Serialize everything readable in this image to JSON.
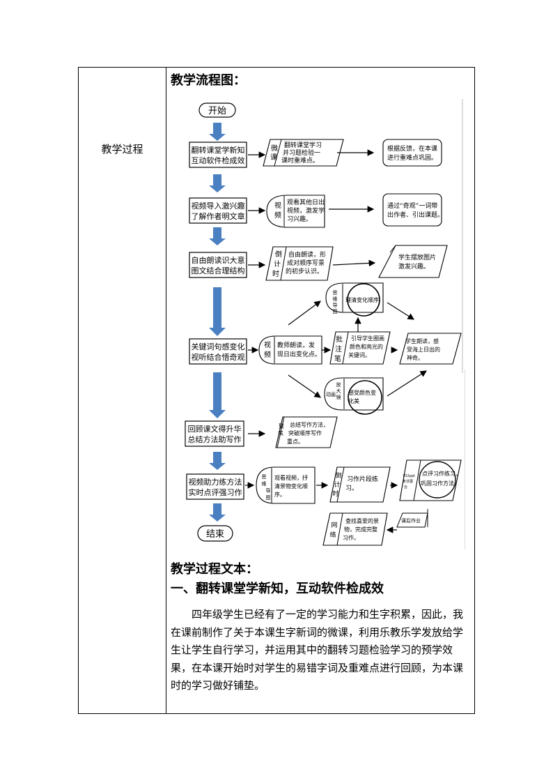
{
  "left_label": "教学过程",
  "flowchart_title": "教学流程图：",
  "flowchart": {
    "start": "开始",
    "end": "结束",
    "steps": [
      {
        "line1": "翻转课堂学新知",
        "line2": "互动软件检成效"
      },
      {
        "line1": "视频导入激兴趣",
        "line2": "了解作者明文章"
      },
      {
        "line1": "自由朗读识大意",
        "line2": "图文结合理结构"
      },
      {
        "line1": "关键词句感变化",
        "line2": "视听结合悟奇观"
      },
      {
        "line1": "回顾课文得升华",
        "line2": "总结方法助写作"
      },
      {
        "line1": "视频助力练方法",
        "line2": "实时点评强习作"
      }
    ],
    "row1": {
      "tag": [
        "微",
        "课"
      ],
      "text": [
        "翻转课堂学习",
        "并习题检验一",
        "课时重难点。"
      ],
      "result": [
        "根据反馈，在本课",
        "进行重难点巩固。"
      ]
    },
    "row2": {
      "tag": [
        "视",
        "频"
      ],
      "text": [
        "观看其他日出",
        "视频，激发学",
        "习兴趣。"
      ],
      "result": [
        "通过“奇观”一词带",
        "出作者、引出课题。"
      ]
    },
    "row3": {
      "tag": [
        "倒",
        "计",
        "时"
      ],
      "text": [
        "自由朗读，形",
        "成对顺序写景",
        "的初步认识。"
      ],
      "result": [
        "学生摆放图片",
        "激发兴趣。"
      ]
    },
    "row4": {
      "tag": [
        "视",
        "频"
      ],
      "text": [
        "教师朗读，发",
        "现日出变化点。"
      ],
      "top_tag": [
        "思",
        "维",
        "导",
        "图"
      ],
      "top_text": "理清变化顺序",
      "mid_tag": [
        "批",
        "注",
        "笔"
      ],
      "mid_text": [
        "引导学生圈画",
        "颜色和亮光的",
        "关键词。"
      ],
      "bottom_tag": [
        "放",
        "大",
        "镜"
      ],
      "bottom_tag2": "动画",
      "bottom_text": [
        "感受颜色变",
        "化美"
      ],
      "result": [
        "学生朗读，感",
        "受海上日出的",
        "神奇。"
      ]
    },
    "row5": {
      "tag": [
        "聚",
        "焦"
      ],
      "text": [
        "总结写作方法，",
        "突破顺序写作",
        "重点。"
      ]
    },
    "row6": {
      "tag": [
        "思",
        "维",
        "导",
        "图"
      ],
      "text": [
        "观看视频，抒",
        "清景物变化顺",
        "序。"
      ],
      "mid_tag": [
        "倒",
        "计",
        "时"
      ],
      "mid_text": [
        "习作片段练",
        "习。"
      ],
      "right_tag": [
        "102ppt",
        "希沃展",
        "台"
      ],
      "right_text": [
        "点评习作练习，",
        "巩固习作方法。"
      ],
      "homework": "课后作业",
      "net_tag": [
        "网",
        "络"
      ],
      "net_text": [
        "查找喜爱的景",
        "物，完成完整",
        "习作。"
      ]
    }
  },
  "text_title": "教学过程文本：",
  "section1_title": "一、翻转课堂学新知，互动软件检成效",
  "section1_paragraph": "四年级学生已经有了一定的学习能力和生字积累，因此，我在课前制作了关于本课生字新词的微课，利用乐教乐学发放给学生让学生自行学习，并运用其中的翻转习题检验学习的预学效果，在本课开始时对学生的易错字词及重难点进行回顾，为本课时的学习做好铺垫。"
}
